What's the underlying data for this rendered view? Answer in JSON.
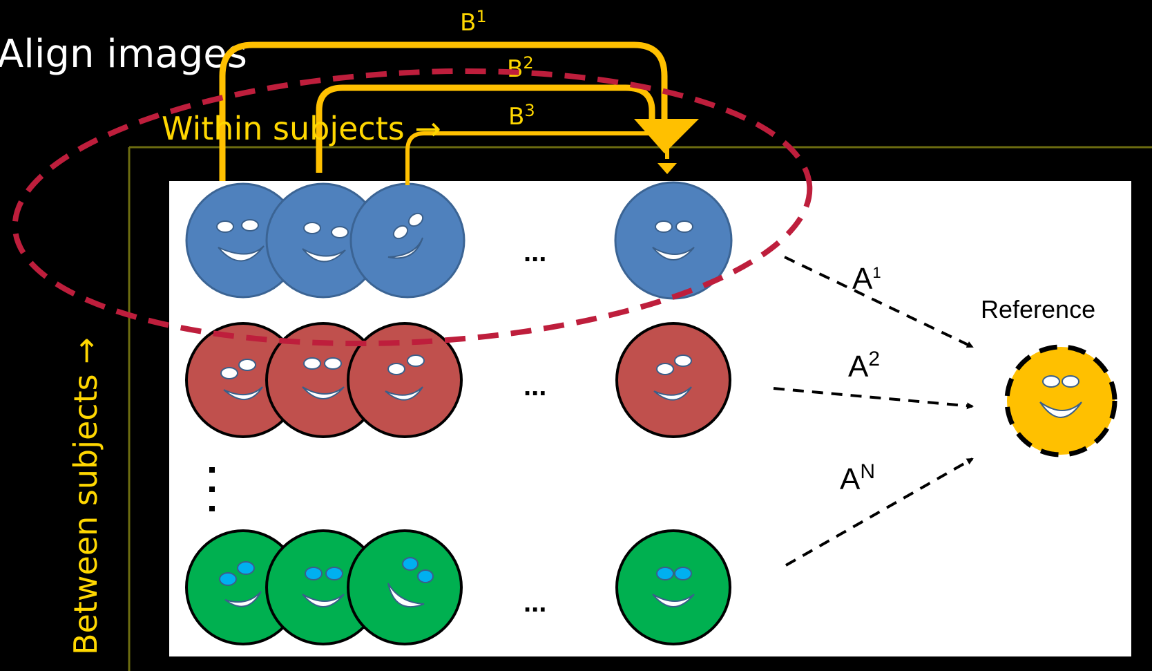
{
  "slide": {
    "heading": "Align images",
    "within_label": "Within subjects →",
    "between_label": "Between subjects →"
  },
  "between_subject_transforms": {
    "b1": {
      "base": "B",
      "sup": "1"
    },
    "b2": {
      "base": "B",
      "sup": "2"
    },
    "b3": {
      "base": "B",
      "sup": "3"
    }
  },
  "reference_transforms": {
    "a1": {
      "base": "A",
      "sup": "1"
    },
    "a2": {
      "base": "A",
      "sup": "2"
    },
    "aN": {
      "base": "A",
      "sup": "N"
    }
  },
  "reference_label": "Reference",
  "ellipsis_dots": "...",
  "vertical_dots": "⋮",
  "colors": {
    "background": "#000000",
    "slide_text": "#ffd700",
    "arrow_orange": "#ffc000",
    "ellipse_dash": "#be1e3c",
    "frame": "#6b6b10",
    "panel": "#ffffff",
    "face_blue": "#4f81bd",
    "face_red": "#c0504d",
    "face_green": "#00b050",
    "face_reference": "#ffc000"
  },
  "faces": {
    "rows": [
      {
        "subject": "blue",
        "count_shown": 4
      },
      {
        "subject": "red",
        "count_shown": 4
      },
      {
        "subject": "green",
        "count_shown": 4
      }
    ],
    "reference": {
      "subject": "yellow",
      "outline": "dashed"
    }
  }
}
